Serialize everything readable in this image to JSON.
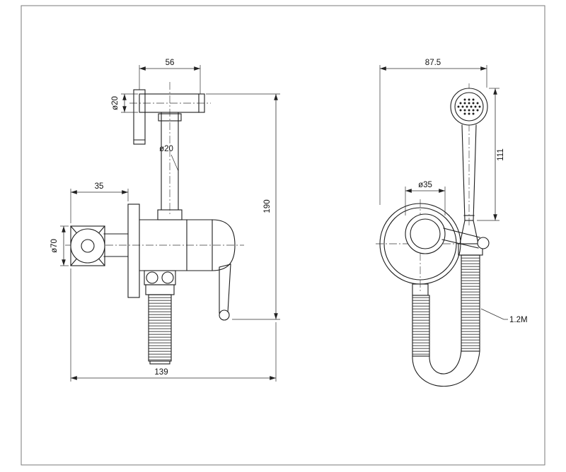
{
  "left_view": {
    "dim_top_width": "56",
    "dim_holder_diameter": "ø20",
    "dim_pipe_diameter": "ø20",
    "dim_wall_offset": "35",
    "dim_flange_diameter": "ø70",
    "dim_overall_height": "190",
    "dim_overall_width": "139"
  },
  "right_view": {
    "dim_top_width": "87.5",
    "dim_sprayer_height": "111",
    "dim_hub_diameter": "ø35",
    "dim_hose_length": "1.2M"
  }
}
